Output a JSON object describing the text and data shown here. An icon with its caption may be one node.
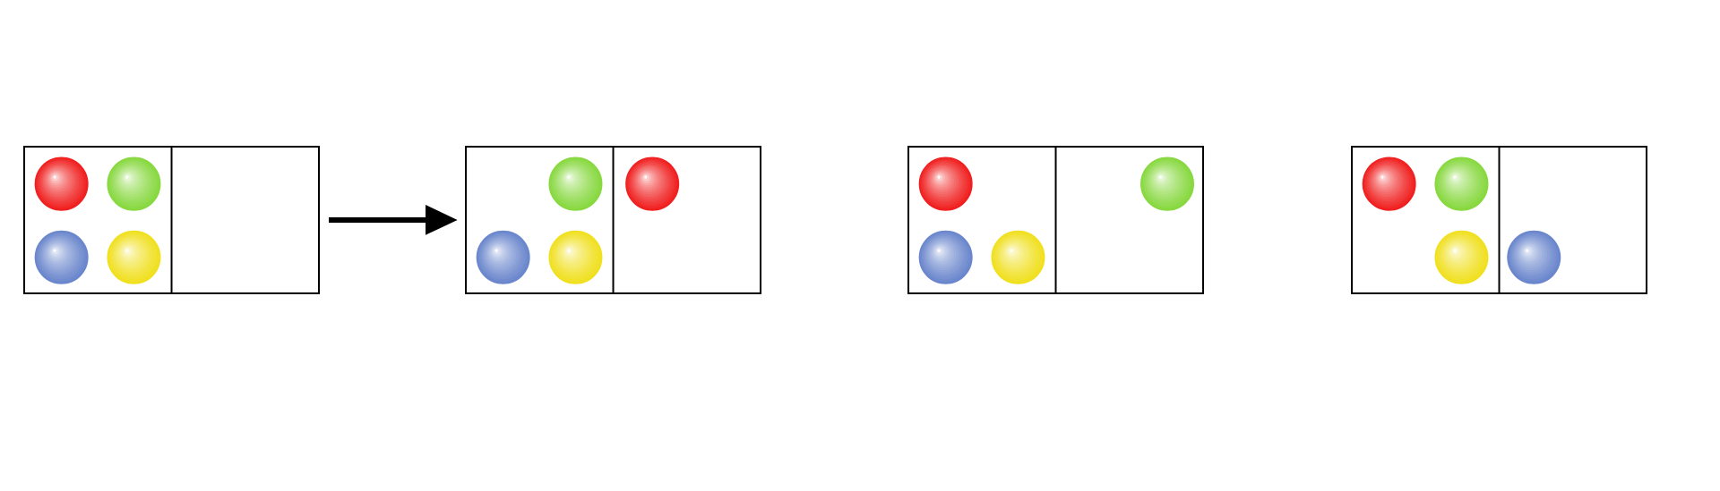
{
  "diagram": {
    "nodes": [
      {
        "text": [],
        "shape": "box"
      },
      {
        "text": [],
        "shape": "box"
      },
      {
        "text": [],
        "shape": "box"
      },
      {
        "text": [],
        "shape": "box"
      }
    ],
    "edges": [
      {
        "from": 0,
        "to": 1,
        "arrow": "to"
      }
    ]
  }
}
